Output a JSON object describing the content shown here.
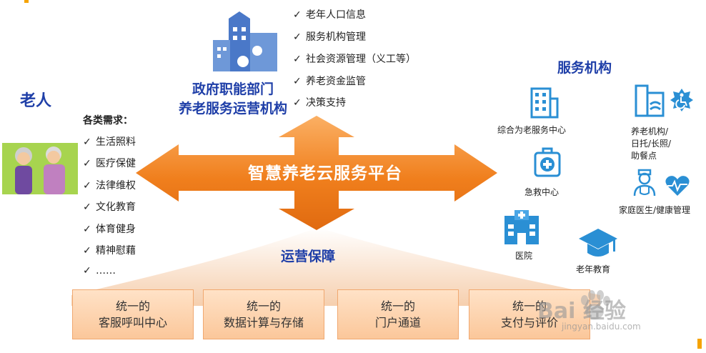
{
  "center": {
    "platform": "智慧养老云服务平台"
  },
  "government": {
    "line1": "政府职能部门",
    "line2": "养老服务运营机构",
    "functions": [
      "老年人口信息",
      "服务机构管理",
      "社会资源管理（义工等）",
      "养老资金监管",
      "决策支持"
    ]
  },
  "elderly": {
    "title": "老人",
    "needs_heading": "各类需求：",
    "needs": [
      "生活照料",
      "医疗保健",
      "法律维权",
      "文化教育",
      "体育健身",
      "精神慰藉",
      "……"
    ]
  },
  "services": {
    "title": "服务机构",
    "items": {
      "comprehensive": "综合为老服务中心",
      "nursing": [
        "养老机构/",
        "日托/长照/",
        "助餐点"
      ],
      "emergency": "急救中心",
      "family_doctor": "家庭医生/健康管理",
      "hospital": "医院",
      "education": "老年教育"
    }
  },
  "operations": {
    "title": "运营保障",
    "boxes": [
      {
        "line1": "统一的",
        "line2": "客服呼叫中心"
      },
      {
        "line1": "统一的",
        "line2": "数据计算与存储"
      },
      {
        "line1": "统一的",
        "line2": "门户通道"
      },
      {
        "line1": "统一的",
        "line2": "支付与评价"
      }
    ]
  },
  "watermark": {
    "brand": "Bai  经验",
    "url": "jingyan.baidu.com"
  },
  "colors": {
    "title_blue": "#1f3fa8",
    "arrow_orange": "#f07f1d",
    "icon_blue": "#2a8fd4",
    "box_fill": "#fbc79a"
  }
}
